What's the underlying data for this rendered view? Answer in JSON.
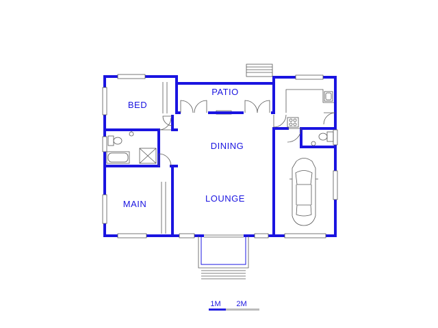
{
  "rooms": {
    "bed": "BED",
    "patio": "PATIO",
    "dining": "DINING",
    "main": "MAIN",
    "lounge": "LOUNGE"
  },
  "scale": {
    "label_1": "1M",
    "label_2": "2M"
  },
  "colors": {
    "wall": "#1a14e0",
    "fixture": "#555555",
    "scale_light": "#b8b8b8"
  }
}
